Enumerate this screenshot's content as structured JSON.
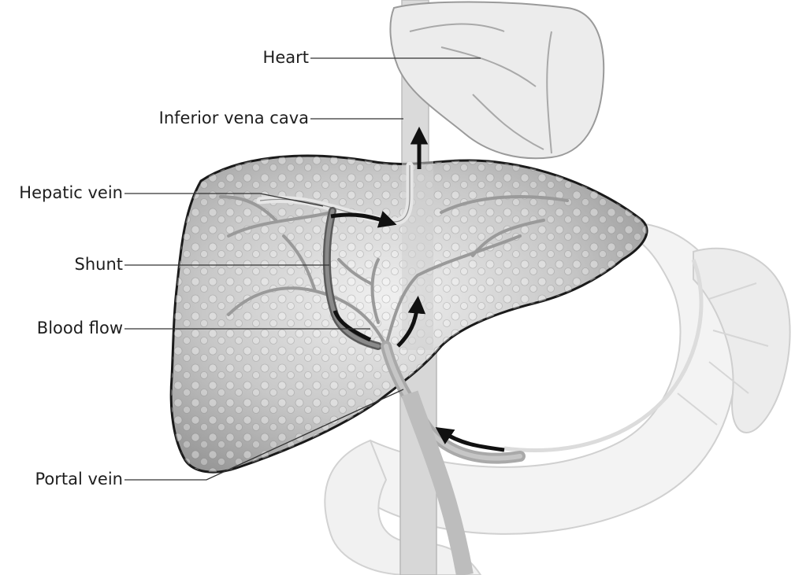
{
  "labels": {
    "heart": "Heart",
    "inferior_vena_cava": "Inferior vena cava",
    "hepatic_vein": "Hepatic vein",
    "shunt": "Shunt",
    "blood_flow": "Blood flow",
    "portal_vein": "Portal vein"
  },
  "colors": {
    "liver_fill": "#b9b9b9",
    "liver_outline": "#1a1a1a",
    "vessel": "#a8a8a8",
    "faint_organ": "#dedede",
    "flow_arrow": "#111111",
    "leader_line": "#333333"
  }
}
